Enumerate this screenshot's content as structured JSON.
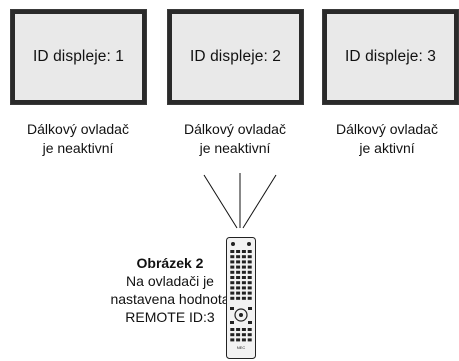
{
  "displays": [
    {
      "screen_text": "ID displeje: 1",
      "status_line1": "Dálkový ovladač",
      "status_line2": "je neaktivní"
    },
    {
      "screen_text": "ID displeje: 2",
      "status_line1": "Dálkový ovladač",
      "status_line2": "je neaktivní"
    },
    {
      "screen_text": "ID displeje: 3",
      "status_line1": "Dálkový ovladač",
      "status_line2": "je aktivní"
    }
  ],
  "caption": {
    "title": "Obrázek 2",
    "line1": "Na ovladači je",
    "line2": "nastavena hodnota",
    "line3": "REMOTE ID:3"
  },
  "remote": {
    "brand": "NEC"
  }
}
